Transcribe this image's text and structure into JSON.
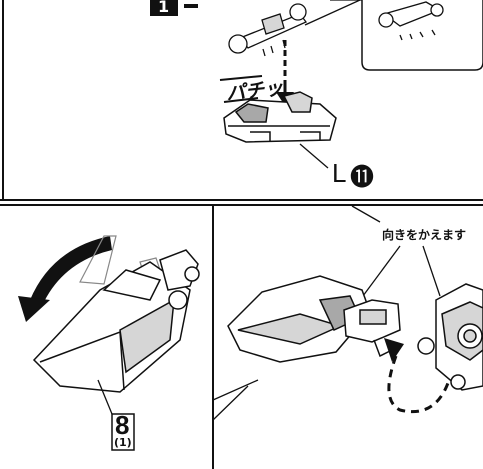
{
  "top_panel": {
    "step_number": "1",
    "sound_effect": "パチッ",
    "part_id": "L",
    "part_index": "⓫"
  },
  "bottom_panel": {
    "callout_text": "向きをかえます",
    "part_number": "8",
    "part_sub": "(1)"
  },
  "colors": {
    "ink": "#111111",
    "grey_fill": "#d6d6d6",
    "shade": "#a8a8a8"
  }
}
